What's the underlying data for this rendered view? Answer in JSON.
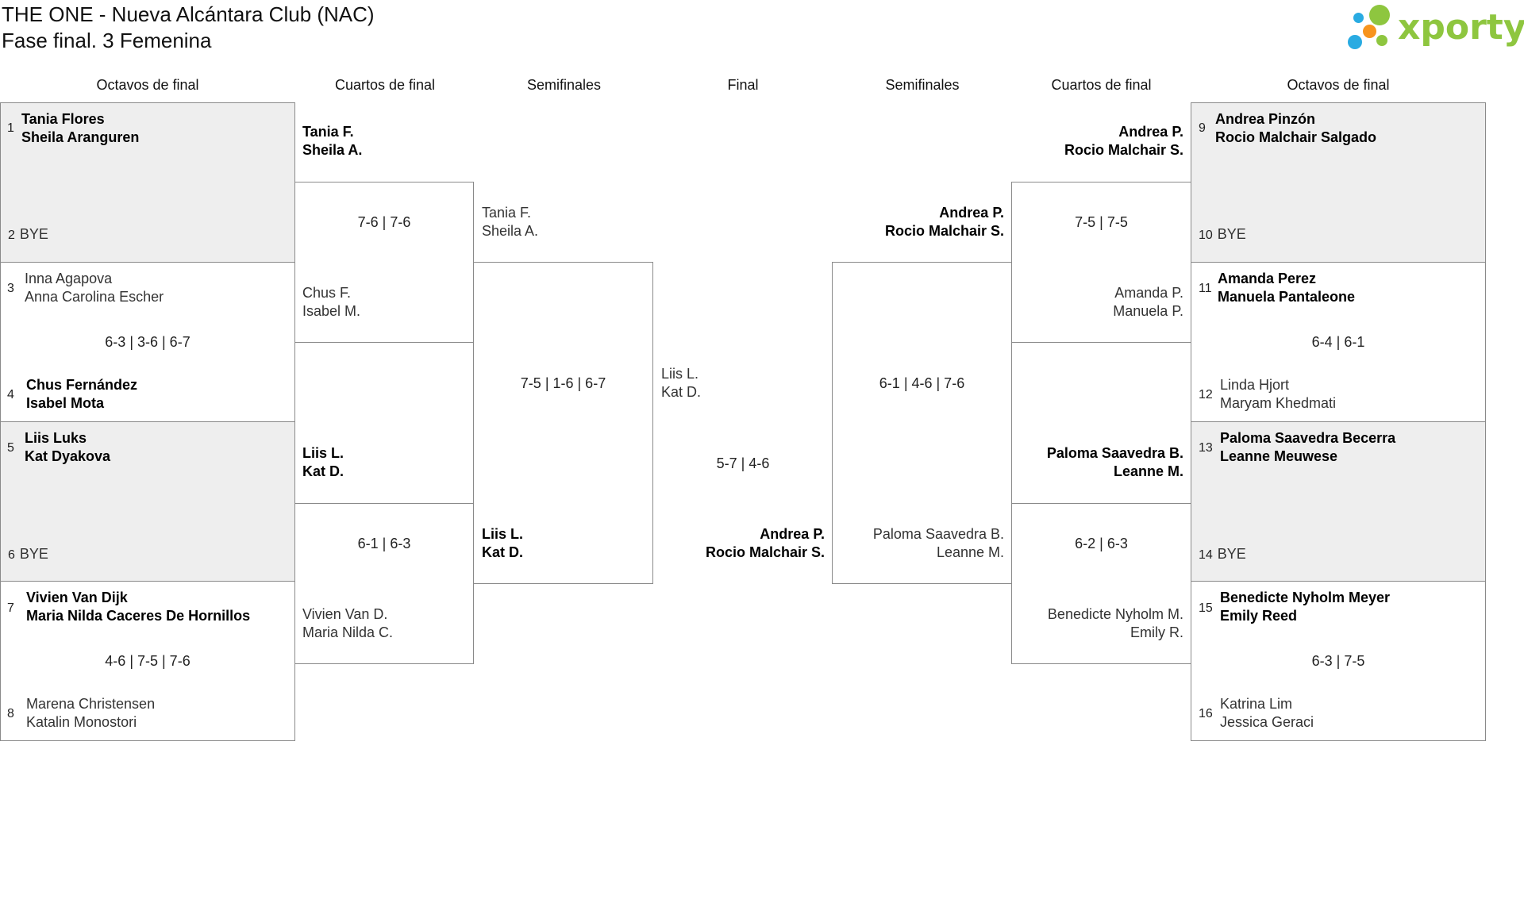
{
  "header": {
    "title": "THE ONE - Nueva Alcántara Club (NAC)",
    "subtitle": "Fase final. 3 Femenina",
    "logo_text": "xporty"
  },
  "rounds": {
    "left_r16": "Octavos de final",
    "left_qf": "Cuartos de final",
    "left_sf": "Semifinales",
    "final": "Final",
    "right_sf": "Semifinales",
    "right_qf": "Cuartos de final",
    "right_r16": "Octavos de final"
  },
  "r16": [
    {
      "seed1": "1",
      "p1a": "Tania Flores",
      "p1b": "Sheila Aranguren",
      "seed2": "2",
      "p2a": "BYE",
      "score": ""
    },
    {
      "seed1": "3",
      "p1a": "Inna Agapova",
      "p1b": "Anna Carolina Escher",
      "seed2": "4",
      "p2a": "Chus Fernández",
      "p2b": "Isabel Mota",
      "score": "6-3 | 3-6 | 6-7"
    },
    {
      "seed1": "5",
      "p1a": "Liis Luks",
      "p1b": "Kat Dyakova",
      "seed2": "6",
      "p2a": "BYE",
      "score": ""
    },
    {
      "seed1": "7",
      "p1a": "Vivien Van Dijk",
      "p1b": "Maria Nilda Caceres De Hornillos",
      "seed2": "8",
      "p2a": "Marena Christensen",
      "p2b": "Katalin Monostori",
      "score": "4-6 | 7-5 | 7-6"
    },
    {
      "seed1": "9",
      "p1a": "Andrea Pinzón",
      "p1b": "Rocio Malchair Salgado",
      "seed2": "10",
      "p2a": "BYE",
      "score": ""
    },
    {
      "seed1": "11",
      "p1a": "Amanda Perez",
      "p1b": "Manuela Pantaleone",
      "seed2": "12",
      "p2a": "Linda Hjort",
      "p2b": "Maryam Khedmati",
      "score": "6-4 | 6-1"
    },
    {
      "seed1": "13",
      "p1a": "Paloma Saavedra Becerra",
      "p1b": "Leanne Meuwese",
      "seed2": "14",
      "p2a": "BYE",
      "score": ""
    },
    {
      "seed1": "15",
      "p1a": "Benedicte Nyholm Meyer",
      "p1b": "Emily Reed",
      "seed2": "16",
      "p2a": "Katrina Lim",
      "p2b": "Jessica Geraci",
      "score": "6-3 | 7-5"
    }
  ],
  "qf": [
    {
      "p1a": "Tania F.",
      "p1b": "Sheila A.",
      "p2a": "Chus F.",
      "p2b": "Isabel M.",
      "score": "7-6 | 7-6"
    },
    {
      "p1a": "Liis L.",
      "p1b": "Kat D.",
      "p2a": "Vivien Van D.",
      "p2b": "Maria Nilda C.",
      "score": "6-1 | 6-3"
    },
    {
      "p1a": "Andrea P.",
      "p1b": "Rocio Malchair S.",
      "p2a": "Amanda P.",
      "p2b": "Manuela P.",
      "score": "7-5 | 7-5"
    },
    {
      "p1a": "Paloma Saavedra B.",
      "p1b": "Leanne M.",
      "p2a": "Benedicte Nyholm M.",
      "p2b": "Emily R.",
      "score": "6-2 | 6-3"
    }
  ],
  "sf": [
    {
      "p1a": "Tania F.",
      "p1b": "Sheila A.",
      "p2a": "Liis L.",
      "p2b": "Kat D.",
      "score": "7-5 | 1-6 | 6-7"
    },
    {
      "p1a": "Andrea P.",
      "p1b": "Rocio Malchair S.",
      "p2a": "Paloma Saavedra B.",
      "p2b": "Leanne M.",
      "score": "6-1 | 4-6 | 7-6"
    }
  ],
  "final": {
    "p1a": "Liis L.",
    "p1b": "Kat D.",
    "p2a": "Andrea P.",
    "p2b": "Rocio Malchair S.",
    "score": "5-7 | 4-6"
  },
  "colors": {
    "border": "#8a8a8a",
    "shade": "#eeeeee",
    "logo_green": "#8ec63f",
    "logo_blue": "#29abe2",
    "logo_orange": "#f7941d"
  }
}
